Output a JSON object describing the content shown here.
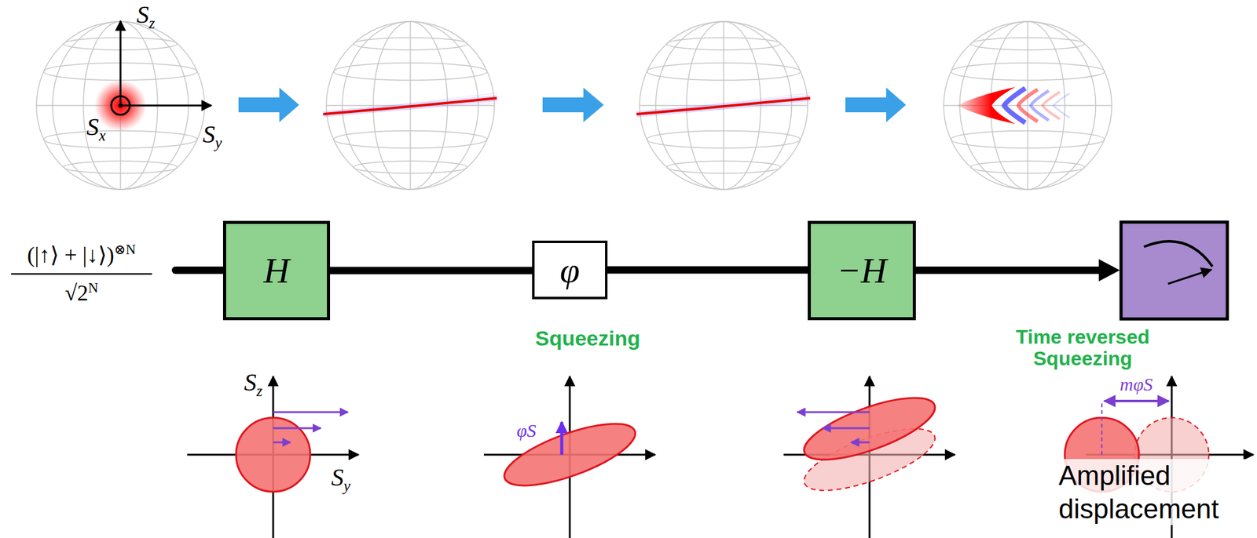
{
  "diagram": {
    "nodes": [
      {
        "text": [
          "H"
        ]
      },
      {
        "text": [
          "φ"
        ]
      },
      {
        "text": [
          "−H"
        ]
      }
    ],
    "edges": [
      {
        "from": 0,
        "to": 1,
        "arrow": "none"
      },
      {
        "from": 1,
        "to": 2,
        "arrow": "none"
      }
    ],
    "labels": [
      "Sz",
      "Sx",
      "Sy",
      "(|↑⟩ + |↓⟩)⊗N",
      "√2N",
      "Squeezing",
      "Time reversed Squeezing",
      "Sz",
      "mφS",
      "φS",
      "Sy",
      "Amplified displacement"
    ]
  }
}
